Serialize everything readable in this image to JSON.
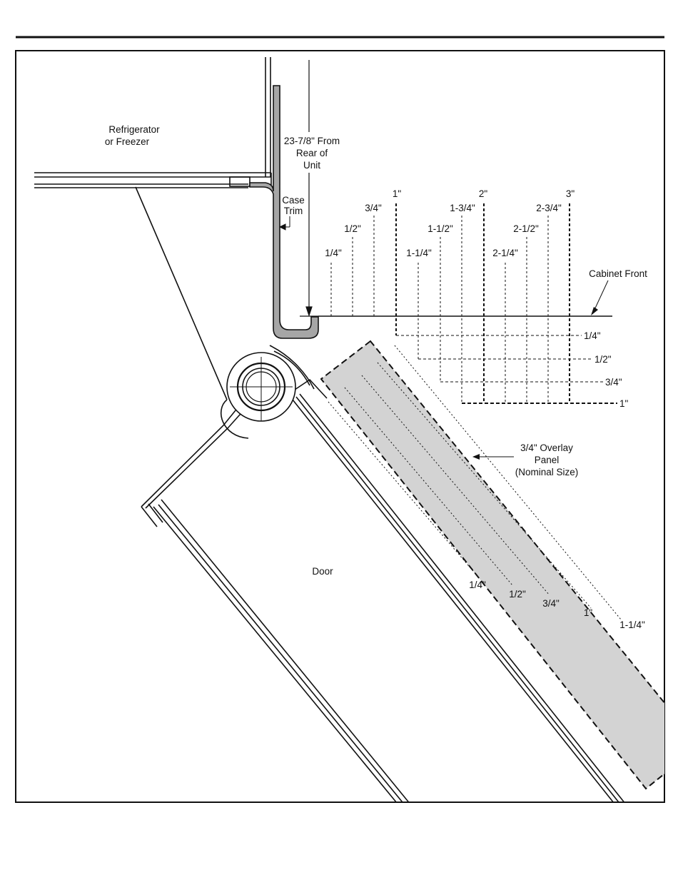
{
  "labels": {
    "unit": [
      "Refrigerator",
      "or Freezer"
    ],
    "from_rear": [
      "23-7/8\" From",
      "Rear of",
      "Unit"
    ],
    "case_trim": [
      "Case",
      "Trim"
    ],
    "cabinet_front": "Cabinet Front",
    "overlay_panel": [
      "3/4\" Overlay",
      "Panel",
      "(Nominal Size)"
    ],
    "door": "Door"
  },
  "vertical_ticks": [
    "1/4\"",
    "1/2\"",
    "3/4\"",
    "1\"",
    "1-1/4\"",
    "1-1/2\"",
    "1-3/4\"",
    "2\"",
    "2-1/4\"",
    "2-1/2\"",
    "2-3/4\"",
    "3\""
  ],
  "depth_ticks": [
    "1/4\"",
    "1/2\"",
    "3/4\"",
    "1\""
  ],
  "panel_ticks": [
    "1/4\"",
    "1/2\"",
    "3/4\"",
    "1\"",
    "1-1/4\""
  ],
  "colors": {
    "line": "#111111",
    "panel_fill": "#d3d3d3",
    "trim_fill": "#a6a6a6"
  }
}
